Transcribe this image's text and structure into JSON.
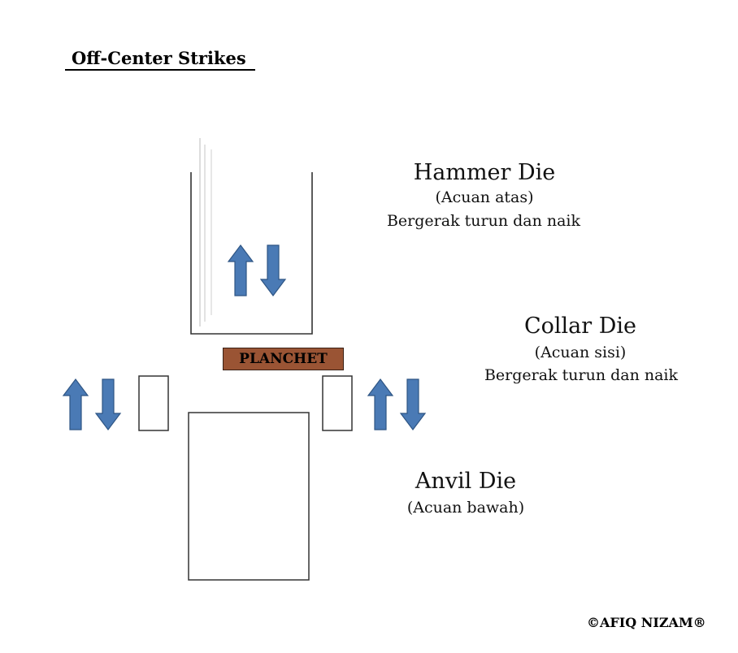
{
  "title": "Off-Center Strikes",
  "planchet_label": "PLANCHET",
  "hammer": {
    "name": "Hammer Die",
    "translation": "(Acuan atas)",
    "motion": "Bergerak turun dan naik"
  },
  "collar": {
    "name": "Collar Die",
    "translation": "(Acuan sisi)",
    "motion": "Bergerak turun dan naik"
  },
  "anvil": {
    "name": "Anvil Die",
    "translation": "(Acuan bawah)"
  },
  "copyright": "©AFIQ NIZAM®",
  "colors": {
    "arrow": "#4a7ab5",
    "arrow_outline": "#2e5584",
    "planchet": "#9a5434",
    "die_outline": "#333333"
  }
}
